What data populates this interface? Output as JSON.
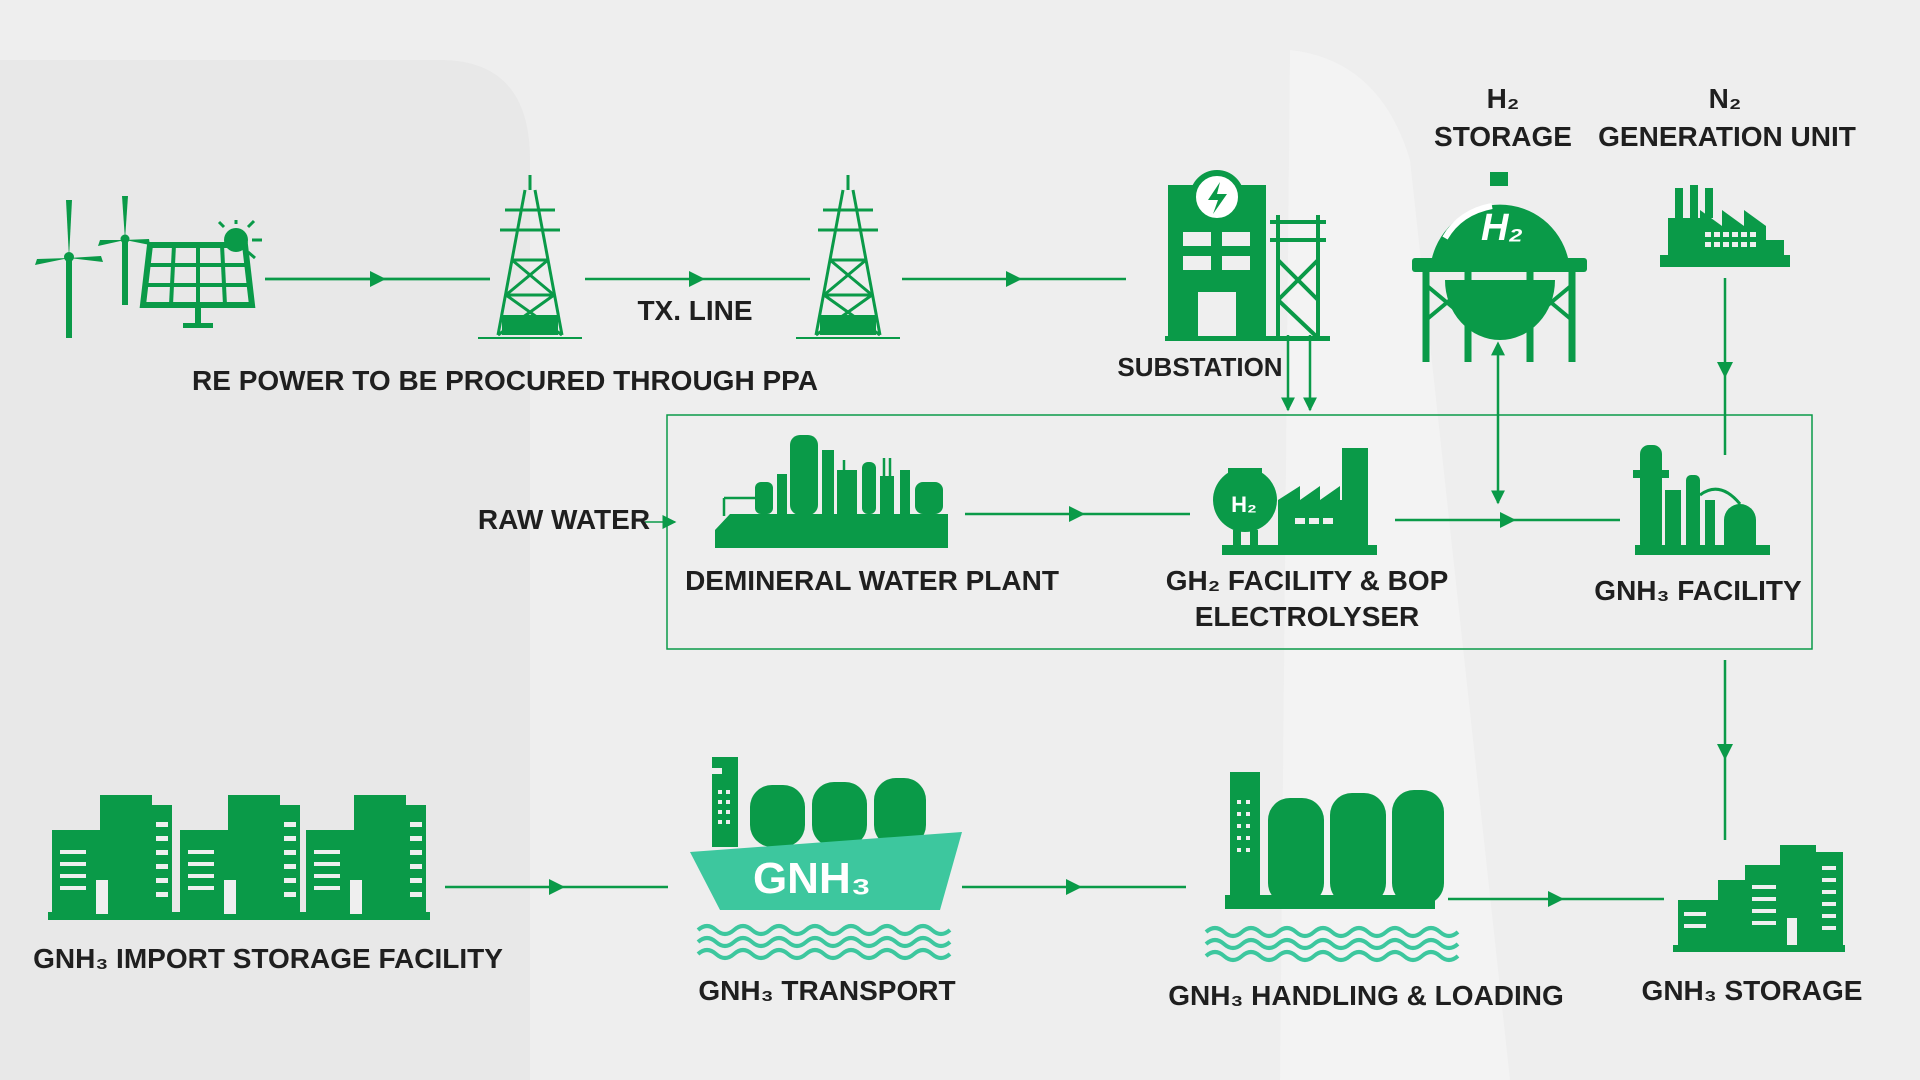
{
  "labels": {
    "h2_storage_line1": "H₂",
    "h2_storage_line2": "STORAGE",
    "n2_gen_line1": "N₂",
    "n2_gen_line2": "GENERATION UNIT",
    "tx_line": "TX. LINE",
    "re_power": "RE POWER TO BE PROCURED THROUGH PPA",
    "substation": "SUBSTATION",
    "raw_water": "RAW WATER",
    "demineral_water_plant": "DEMINERAL WATER PLANT",
    "gh2_facility_line1": "GH₂ FACILITY & BOP",
    "gh2_facility_line2": "ELECTROLYSER",
    "gnh3_facility": "GNH₃ FACILITY",
    "gnh3_import_storage": "GNH₃ IMPORT STORAGE FACILITY",
    "gnh3_transport": "GNH₃ TRANSPORT",
    "gnh3_handling": "GNH₃ HANDLING & LOADING",
    "gnh3_storage": "GNH₃ STORAGE",
    "ship_hull_text": "GNH₃",
    "h2_dome_text": "H₂",
    "h2_tank_text": "H₂"
  },
  "colors": {
    "accent": "#0a9a48",
    "ship_hull": "#3dc79e",
    "text": "#1f1f1f",
    "background": "#efefef"
  }
}
